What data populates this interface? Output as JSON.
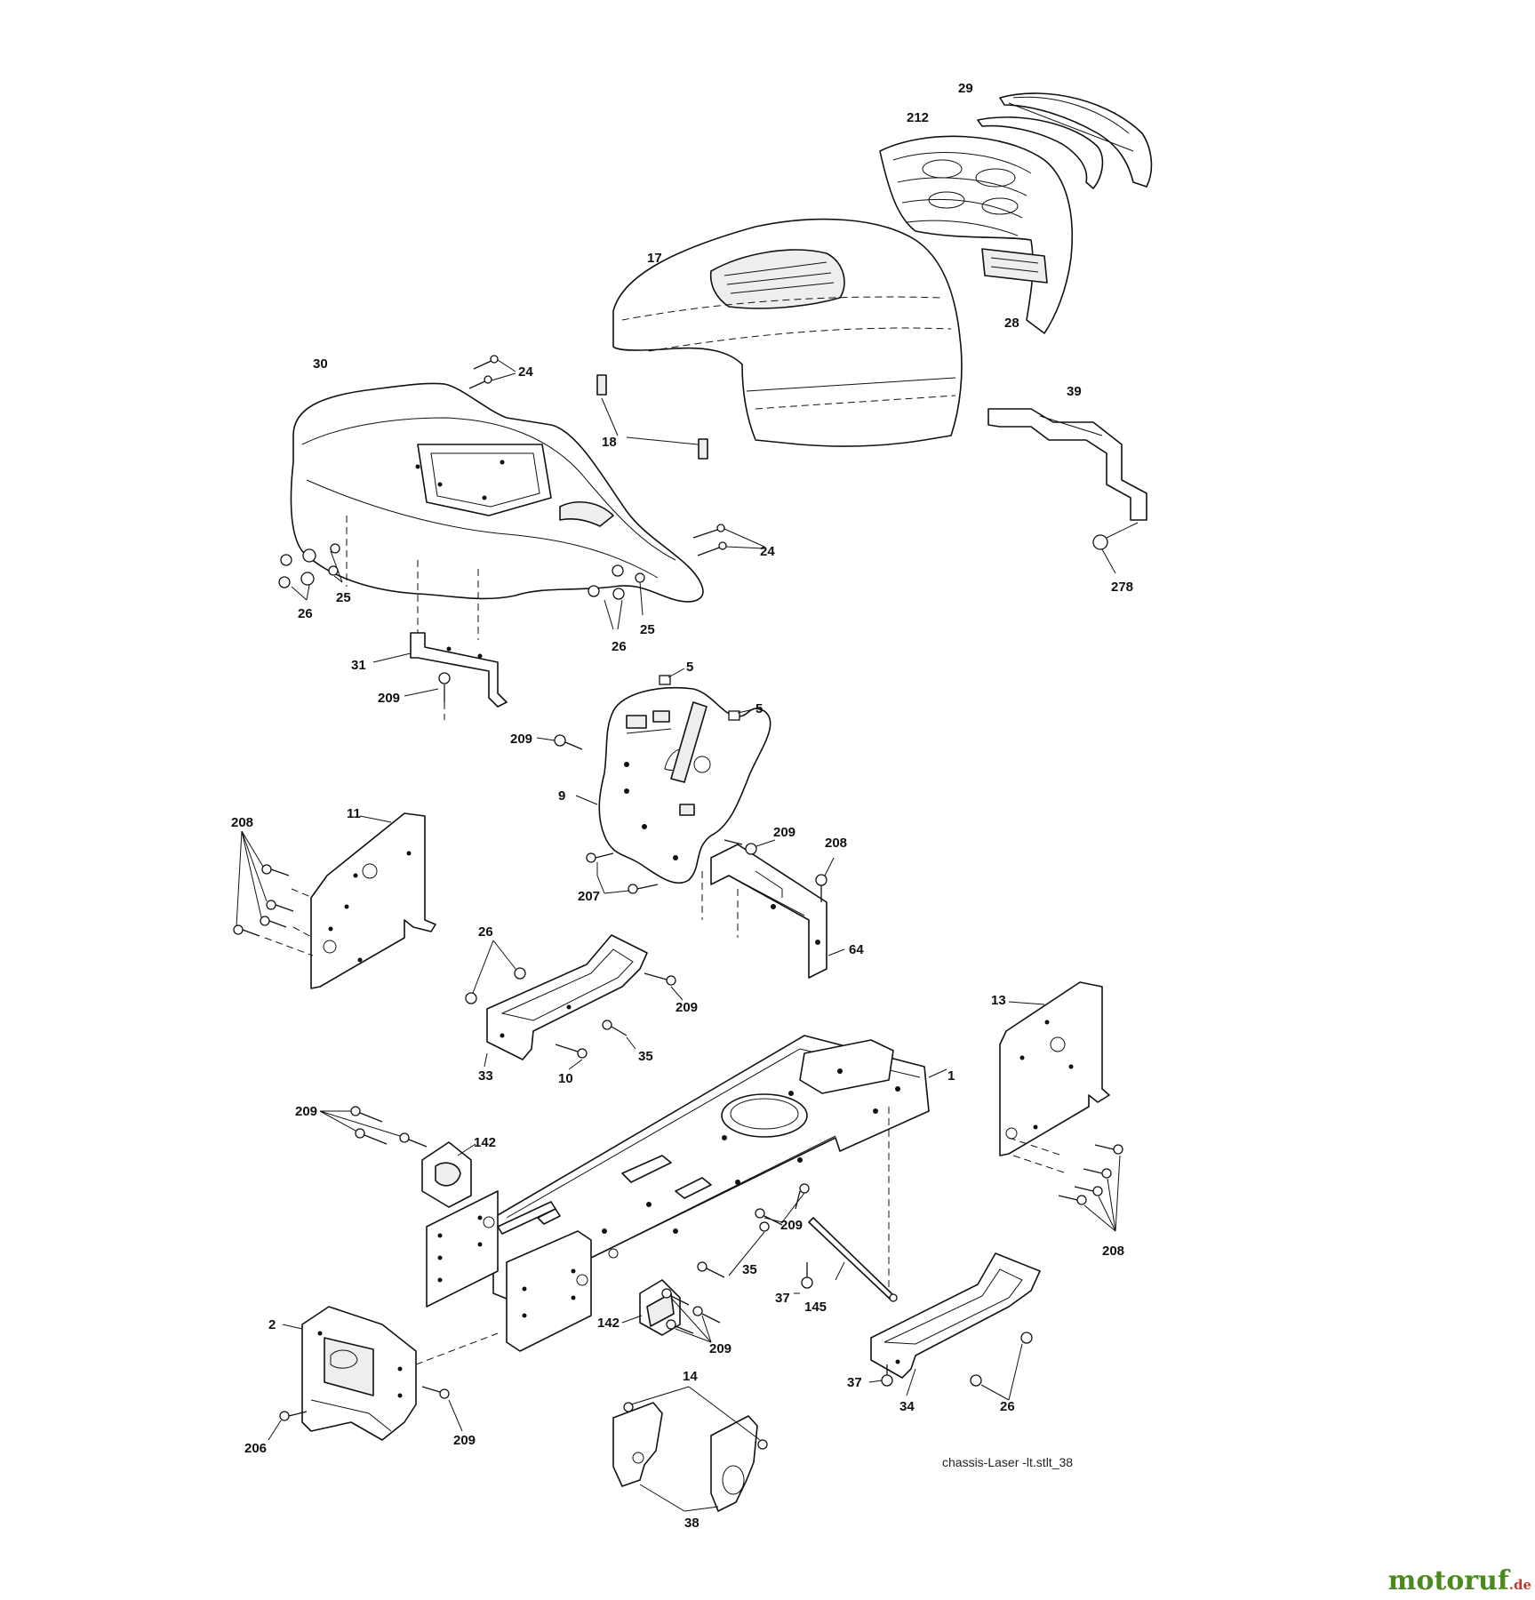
{
  "diagram": {
    "caption": "chassis-Laser -lt.stlt_38",
    "callouts": [
      "29",
      "212",
      "17",
      "28",
      "30",
      "24",
      "18",
      "39",
      "24",
      "278",
      "26",
      "25",
      "26",
      "25",
      "31",
      "209",
      "5",
      "5",
      "209",
      "9",
      "208",
      "11",
      "209",
      "208",
      "207",
      "64",
      "26",
      "209",
      "35",
      "33",
      "10",
      "13",
      "1",
      "209",
      "142",
      "209",
      "35",
      "208",
      "37",
      "145",
      "142",
      "209",
      "2",
      "37",
      "34",
      "26",
      "14",
      "206",
      "209",
      "38"
    ]
  },
  "watermark": {
    "main": "motoruf",
    "tld": ".de"
  },
  "colors": {
    "line": "#111111",
    "watermark_green": "#4a8a1e",
    "watermark_red": "#c0392b"
  }
}
